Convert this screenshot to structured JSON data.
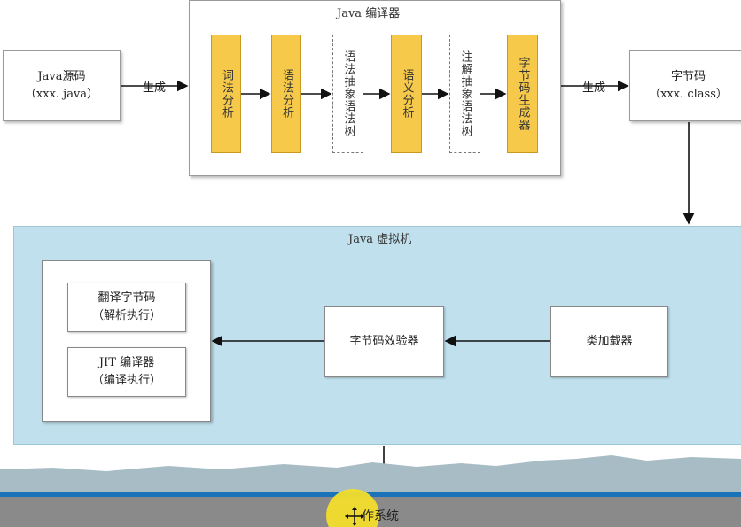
{
  "source": {
    "line1": "Java源码",
    "line2": "（xxx. java）"
  },
  "compiler": {
    "title": "Java 编译器",
    "stages": [
      "词法分析",
      "语法分析",
      "语法抽象语法树",
      "语义分析",
      "注解抽象语法树",
      "字节码生成器"
    ]
  },
  "arrows": {
    "generate_left": "生成",
    "generate_right": "生成"
  },
  "bytecode": {
    "line1": "字节码",
    "line2": "（xxx. class）"
  },
  "jvm": {
    "title": "Java 虚拟机",
    "exec_boxes": [
      {
        "line1": "翻译字节码",
        "line2": "（解析执行）"
      },
      {
        "line1": "JIT 编译器",
        "line2": "（编译执行）"
      }
    ],
    "verifier": "字节码效验器",
    "classloader": "类加载器"
  },
  "os": {
    "label": "作系统"
  },
  "colors": {
    "stage_fill": "#f6c94a",
    "jvm_fill": "#bfe0ec",
    "os_bar": "#8a8a8a",
    "cursor_highlight": "#f2dd2a"
  }
}
